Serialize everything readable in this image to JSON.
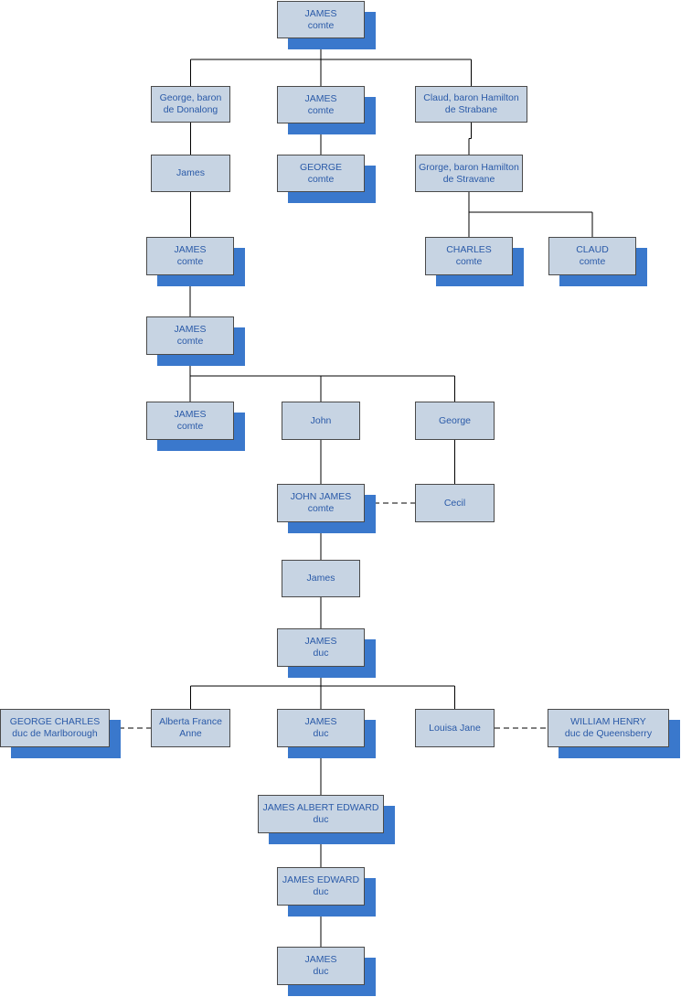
{
  "diagram_type": "family tree",
  "colors": {
    "box_fill": "#c7d4e3",
    "box_border": "#4a4a4a",
    "text": "#2a5aa8",
    "shadow": "#3a78cc",
    "line": "#000000"
  },
  "nodes": {
    "n_root": {
      "line1": "JAMES",
      "line2": "comte"
    },
    "n_george_donalong": {
      "line1": "George, baron",
      "line2": "de Donalong"
    },
    "n_james2": {
      "line1": "JAMES",
      "line2": "comte"
    },
    "n_claud_strabane": {
      "line1": "Claud, baron Hamilton",
      "line2": "de Strabane"
    },
    "n_james_son": {
      "line1": "James",
      "line2": ""
    },
    "n_george_comte": {
      "line1": "GEORGE",
      "line2": "comte"
    },
    "n_grorge_stravane": {
      "line1": "Grorge, baron Hamilton",
      "line2": "de Stravane"
    },
    "n_james3": {
      "line1": "JAMES",
      "line2": "comte"
    },
    "n_charles": {
      "line1": "CHARLES",
      "line2": "comte"
    },
    "n_claud": {
      "line1": "CLAUD",
      "line2": "comte"
    },
    "n_james4": {
      "line1": "JAMES",
      "line2": "comte"
    },
    "n_james5": {
      "line1": "JAMES",
      "line2": "comte"
    },
    "n_john": {
      "line1": "John",
      "line2": ""
    },
    "n_george2": {
      "line1": "George",
      "line2": ""
    },
    "n_john_james": {
      "line1": "JOHN JAMES",
      "line2": "comte"
    },
    "n_cecil": {
      "line1": "Cecil",
      "line2": ""
    },
    "n_james6": {
      "line1": "James",
      "line2": ""
    },
    "n_james_duc1": {
      "line1": "JAMES",
      "line2": "duc"
    },
    "n_george_charles": {
      "line1": "GEORGE CHARLES",
      "line2": "duc de Marlborough"
    },
    "n_alberta": {
      "line1": "Alberta France",
      "line2": "Anne"
    },
    "n_james_duc2": {
      "line1": "JAMES",
      "line2": "duc"
    },
    "n_louisa": {
      "line1": "Louisa Jane",
      "line2": ""
    },
    "n_william_henry": {
      "line1": "WILLIAM HENRY",
      "line2": "duc de Queensberry"
    },
    "n_james_albert": {
      "line1": "JAMES ALBERT EDWARD",
      "line2": "duc"
    },
    "n_james_edward": {
      "line1": "JAMES EDWARD",
      "line2": "duc"
    },
    "n_james_duc3": {
      "line1": "JAMES",
      "line2": "duc"
    }
  },
  "parent_links": [
    [
      "n_root",
      [
        "n_george_donalong",
        "n_james2",
        "n_claud_strabane"
      ]
    ],
    [
      "n_george_donalong",
      [
        "n_james_son"
      ]
    ],
    [
      "n_james2",
      [
        "n_george_comte"
      ]
    ],
    [
      "n_claud_strabane",
      [
        "n_grorge_stravane"
      ]
    ],
    [
      "n_james_son",
      [
        "n_james3"
      ]
    ],
    [
      "n_grorge_stravane",
      [
        "n_charles",
        "n_claud"
      ]
    ],
    [
      "n_james3",
      [
        "n_james4"
      ]
    ],
    [
      "n_james4",
      [
        "n_james5",
        "n_john",
        "n_george2"
      ]
    ],
    [
      "n_john",
      [
        "n_john_james"
      ]
    ],
    [
      "n_george2",
      [
        "n_cecil"
      ]
    ],
    [
      "n_john_james",
      [
        "n_james6"
      ]
    ],
    [
      "n_james6",
      [
        "n_james_duc1"
      ]
    ],
    [
      "n_james_duc1",
      [
        "n_alberta",
        "n_james_duc2",
        "n_louisa"
      ]
    ],
    [
      "n_james_duc2",
      [
        "n_james_albert"
      ]
    ],
    [
      "n_james_albert",
      [
        "n_james_edward"
      ]
    ],
    [
      "n_james_edward",
      [
        "n_james_duc3"
      ]
    ]
  ],
  "spouse_links": [
    [
      "n_john_james",
      "n_cecil"
    ],
    [
      "n_george_charles",
      "n_alberta"
    ],
    [
      "n_louisa",
      "n_william_henry"
    ]
  ]
}
